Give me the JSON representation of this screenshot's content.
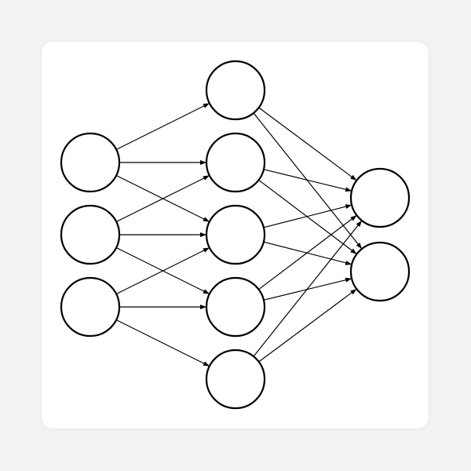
{
  "diagram": {
    "type": "neural-network",
    "layers": [
      3,
      5,
      2
    ],
    "edges_input_hidden": [
      [
        0,
        0
      ],
      [
        0,
        1
      ],
      [
        0,
        2
      ],
      [
        1,
        1
      ],
      [
        1,
        2
      ],
      [
        1,
        3
      ],
      [
        2,
        2
      ],
      [
        2,
        3
      ],
      [
        2,
        4
      ]
    ],
    "edges_hidden_output": "all",
    "colors": {
      "stroke": "#000000",
      "node_fill": "#ffffff",
      "sticker": "#ffffff",
      "background": "#f2f2f2"
    }
  }
}
